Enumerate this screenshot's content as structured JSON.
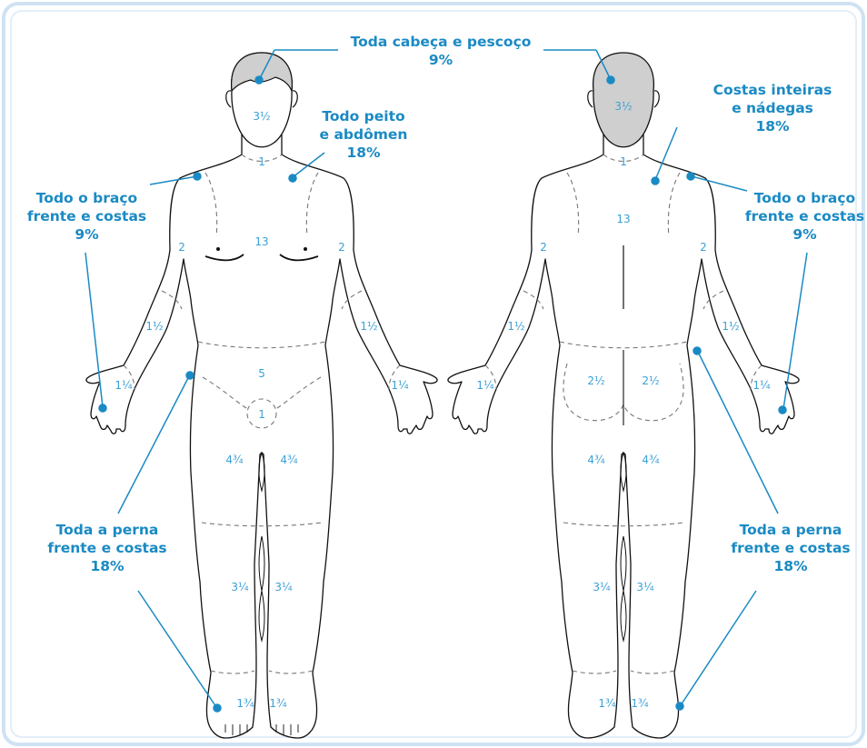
{
  "colors": {
    "accent": "#1a8ac4",
    "number": "#3aa0d6",
    "outline": "#111111",
    "head_fill": "#cfcfcf",
    "frame": "#cfe2f3"
  },
  "labels": {
    "head": "Toda cabeça e pescoço\n9%",
    "chest": "Todo peito\ne abdômen\n18%",
    "back": "Costas inteiras\ne nádegas\n18%",
    "arm_left": "Todo o braço\nfrente e costas\n9%",
    "arm_right": "Todo o braço\nfrente e costas\n9%",
    "leg_left": "Toda a perna\nfrente e costas\n18%",
    "leg_right": "Toda a perna\nfrente e costas\n18%"
  },
  "front": {
    "head": "3½",
    "neck": "1",
    "trunk": "13",
    "upper_arm_l": "2",
    "upper_arm_r": "2",
    "forearm_l": "1½",
    "forearm_r": "1½",
    "hand_l": "1¼",
    "hand_r": "1¼",
    "pelvis": "5",
    "genital": "1",
    "thigh_l": "4¾",
    "thigh_r": "4¾",
    "shin_l": "3¼",
    "shin_r": "3¼",
    "foot_l": "1¾",
    "foot_r": "1¾"
  },
  "back": {
    "head": "3½",
    "neck": "1",
    "trunk": "13",
    "upper_arm_l": "2",
    "upper_arm_r": "2",
    "forearm_l": "1½",
    "forearm_r": "1½",
    "hand_l": "1¼",
    "hand_r": "1¼",
    "buttock_l": "2½",
    "buttock_r": "2½",
    "thigh_l": "4¾",
    "thigh_r": "4¾",
    "shin_l": "3¼",
    "shin_r": "3¼",
    "foot_l": "1¾",
    "foot_r": "1¾"
  }
}
